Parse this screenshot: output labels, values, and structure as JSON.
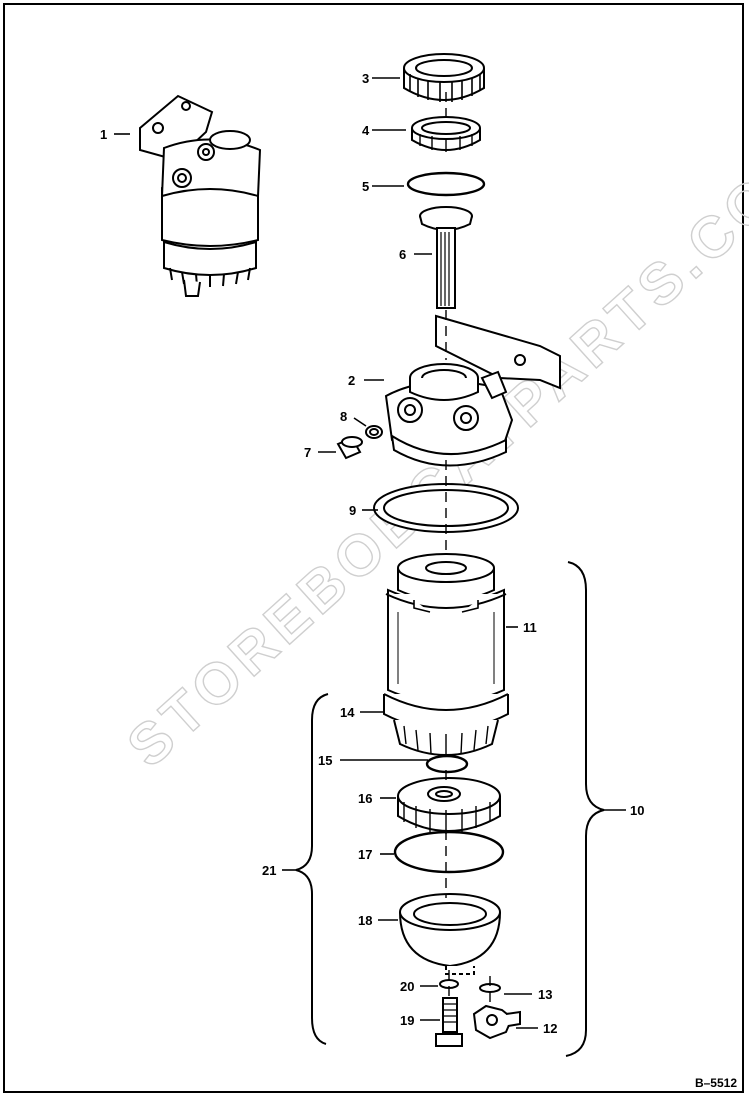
{
  "diagram": {
    "reference_code": "B–5512",
    "watermark": "STOREBOBCATPARTS.COM",
    "callouts": [
      {
        "id": "1",
        "label": "1"
      },
      {
        "id": "2",
        "label": "2"
      },
      {
        "id": "3",
        "label": "3"
      },
      {
        "id": "4",
        "label": "4"
      },
      {
        "id": "5",
        "label": "5"
      },
      {
        "id": "6",
        "label": "6"
      },
      {
        "id": "7",
        "label": "7"
      },
      {
        "id": "8",
        "label": "8"
      },
      {
        "id": "9",
        "label": "9"
      },
      {
        "id": "10",
        "label": "10"
      },
      {
        "id": "11",
        "label": "11"
      },
      {
        "id": "12",
        "label": "12"
      },
      {
        "id": "13",
        "label": "13"
      },
      {
        "id": "14",
        "label": "14"
      },
      {
        "id": "15",
        "label": "15"
      },
      {
        "id": "16",
        "label": "16"
      },
      {
        "id": "17",
        "label": "17"
      },
      {
        "id": "18",
        "label": "18"
      },
      {
        "id": "19",
        "label": "19"
      },
      {
        "id": "20",
        "label": "20"
      },
      {
        "id": "21",
        "label": "21"
      }
    ]
  }
}
